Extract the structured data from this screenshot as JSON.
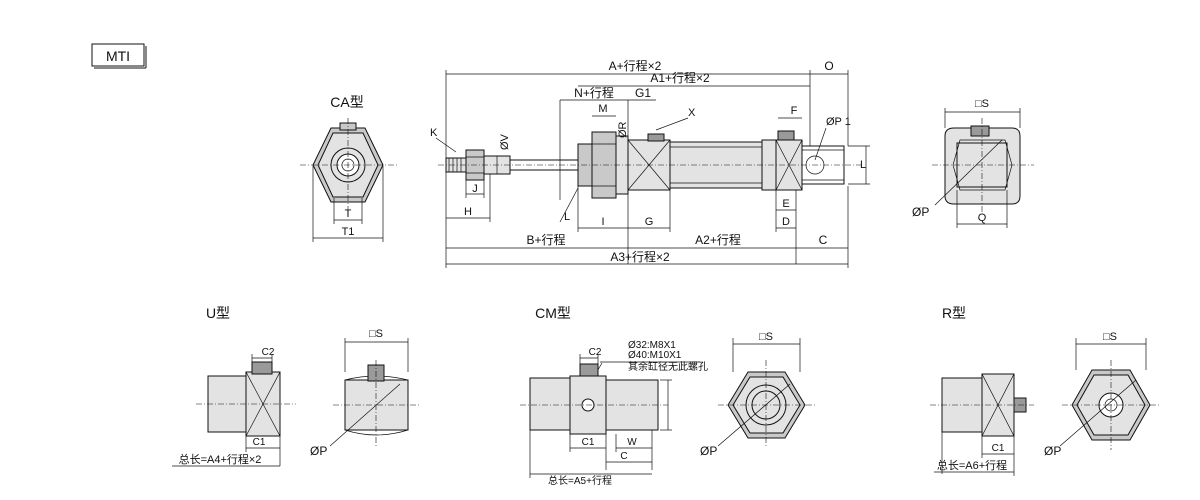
{
  "brand": {
    "logo": "MTI"
  },
  "views": {
    "ca": {
      "title": "CA型",
      "T": "T",
      "T1": "T1"
    },
    "main": {
      "A": "A+行程×2",
      "A1": "A1+行程×2",
      "O": "O",
      "N": "N+行程",
      "G1": "G1",
      "M": "M",
      "X": "X",
      "K": "K",
      "V": "ØV",
      "R": "ØR",
      "F": "F",
      "P1": "ØP 1",
      "J": "J",
      "H": "H",
      "L": "L",
      "I": "I",
      "G": "G",
      "E": "E",
      "D": "D",
      "Lr": "L",
      "B": "B+行程",
      "A2": "A2+行程",
      "C": "C",
      "A3": "A3+行程×2"
    },
    "end": {
      "S": "□S",
      "P": "ØP",
      "Q": "Q"
    },
    "u": {
      "title": "U型",
      "C2": "C2",
      "C1": "C1",
      "total": "总长=A4+行程×2",
      "S": "□S",
      "P": "ØP"
    },
    "cm": {
      "title": "CM型",
      "C2": "C2",
      "note1": "Ø32:M8X1",
      "note2": "Ø40:M10X1",
      "note3": "其余缸径无此螺孔",
      "C1": "C1",
      "W": "W",
      "C": "C",
      "total": "总长=A5+行程",
      "S": "□S",
      "P": "ØP"
    },
    "r": {
      "title": "R型",
      "C1": "C1",
      "total": "总长=A6+行程",
      "S": "□S",
      "P": "ØP"
    }
  }
}
